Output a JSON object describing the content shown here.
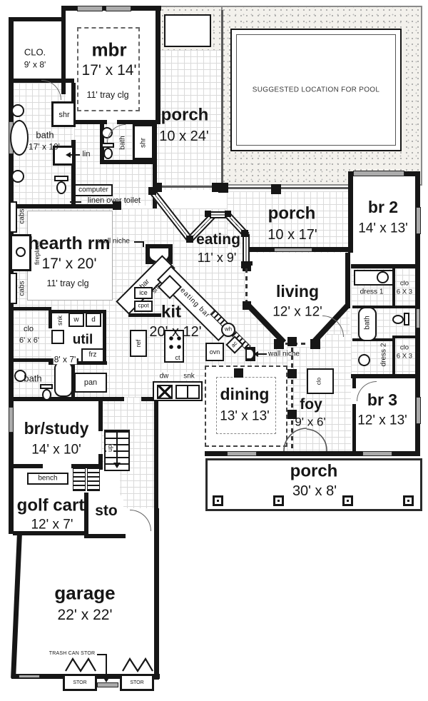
{
  "colors": {
    "wall": "#161616",
    "grid_line": "#dadada",
    "window_fill": "#ababab",
    "deck_bg": "#f3f1ec",
    "paper": "#ffffff"
  },
  "pool_area": {
    "pool_label": "SUGGESTED LOCATION FOR POOL"
  },
  "rooms": {
    "clo_master": {
      "name": "CLO.",
      "dims": "9' x 8'"
    },
    "mbr": {
      "name": "mbr",
      "dims": "17' x 14'",
      "note": "11' tray clg"
    },
    "porch_top": {
      "name": "porch",
      "dims": "10 x 24'"
    },
    "bath_master": {
      "name": "bath",
      "dims": "17' x 10'"
    },
    "hearth": {
      "name": "hearth rm",
      "dims": "17' x 20'",
      "note": "11' tray clg"
    },
    "porch_side": {
      "name": "porch",
      "dims": "10 x 17'"
    },
    "eating": {
      "name": "eating",
      "dims": "11' x 9'"
    },
    "br2": {
      "name": "br 2",
      "dims": "14' x 13'"
    },
    "living": {
      "name": "living",
      "dims": "12' x 12'"
    },
    "kit": {
      "name": "kit",
      "dims": "20' x 12'"
    },
    "util": {
      "name": "util",
      "dims": "8' x 7'"
    },
    "clo_hall": {
      "name": "clo",
      "dims": "6' x 6'"
    },
    "dining": {
      "name": "dining",
      "dims": "13' x 13'"
    },
    "foy": {
      "name": "foy",
      "dims": "9' x 6'"
    },
    "br3": {
      "name": "br 3",
      "dims": "12' x 13'"
    },
    "br_study": {
      "name": "br/study",
      "dims": "14' x 10'"
    },
    "golf_cart": {
      "name": "golf cart",
      "dims": "12' x 7'"
    },
    "sto": {
      "name": "sto"
    },
    "porch_front": {
      "name": "porch",
      "dims": "30' x 8'"
    },
    "garage": {
      "name": "garage",
      "dims": "22' x 22'"
    }
  },
  "labels": {
    "shr": "shr",
    "bath": "bath",
    "lin": "lin",
    "computer": "computer",
    "linen_over_toilet": "linen over toilet",
    "cabs": "cabs",
    "fireplace": "fireplace",
    "wall_niche": "wall niche",
    "bar": "bar",
    "eating_bar": "eating bar",
    "snk": "snk",
    "ice": "ice",
    "cpot": "cpot",
    "washer": "w",
    "dryer": "d",
    "frz": "frz",
    "pan": "pan",
    "ref": "ref",
    "ovn": "ovn",
    "ct": "ct",
    "dw": "dw",
    "wh": "wh",
    "ac": "ac",
    "dress1": "dress 1",
    "dress2": "dress 2",
    "clo": "clo",
    "clo_dims": "6 X 3",
    "bench": "bench",
    "up": "up",
    "trash": "TRASH CAN STOR",
    "stor": "STOR"
  }
}
